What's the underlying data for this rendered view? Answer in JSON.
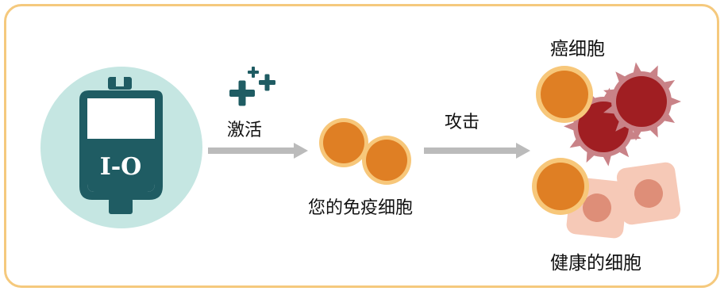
{
  "diagram": {
    "drug_bag_label": "I-O",
    "activate_label": "激活",
    "attack_label": "攻击",
    "immune_cells_label": "您的免疫细胞",
    "cancer_cells_label": "癌细胞",
    "healthy_cells_label": "健康的细胞"
  },
  "colors": {
    "border": "#f5c97d",
    "teal_dark": "#1f5c63",
    "teal_light_circle": "#c5e6e2",
    "arrow_gray": "#bbbbbb",
    "immune_cell_fill": "#df7f24",
    "immune_cell_ring": "#f7c77a",
    "cancer_cell_fill": "#a01e22",
    "cancer_cell_ring": "#c98287",
    "healthy_cell_fill": "#f6c9b7",
    "healthy_cell_nucleus": "#de8e78"
  },
  "icons": [
    "iv-bag-icon",
    "sparkle-plus-icon",
    "arrow-right-icon"
  ]
}
